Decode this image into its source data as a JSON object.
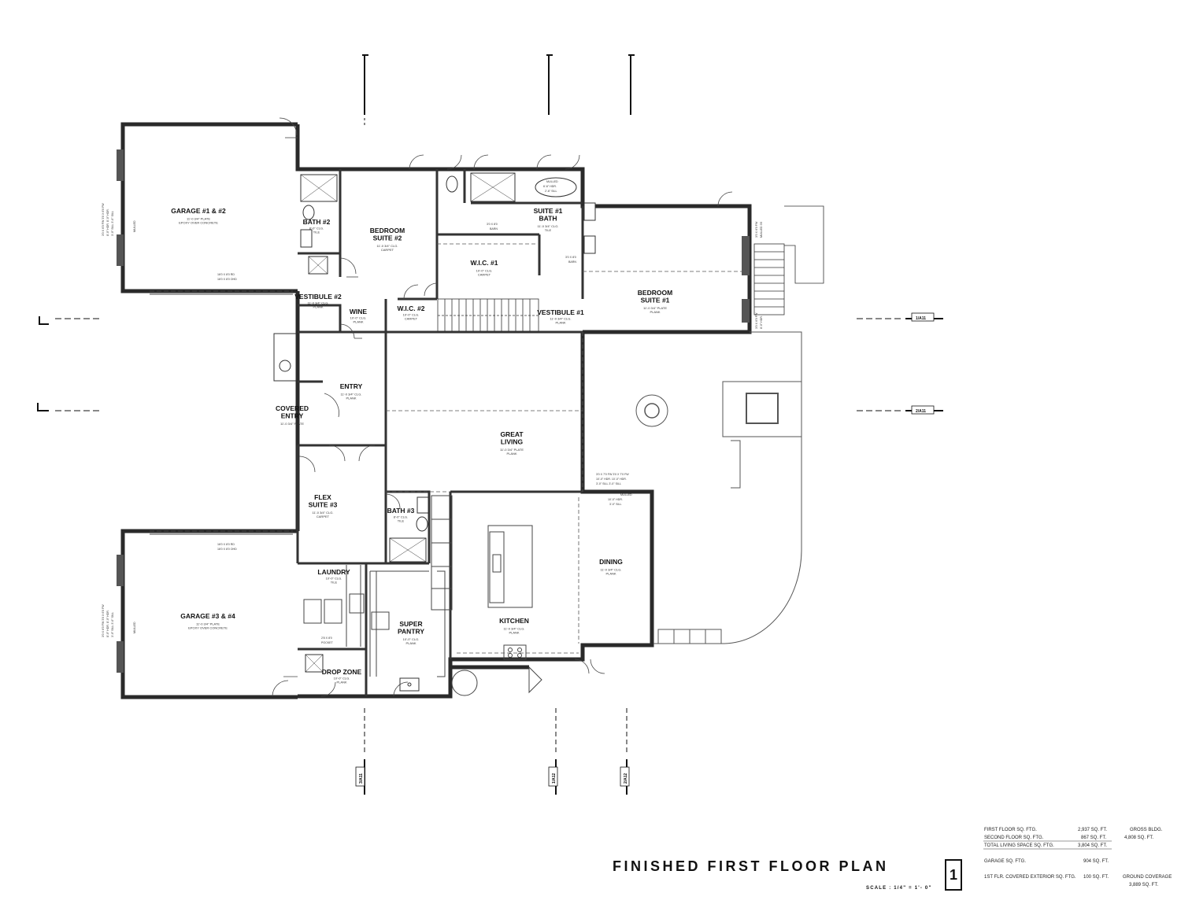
{
  "title": "FINISHED FIRST FLOOR PLAN",
  "scale": "SCALE : 1/4\" = 1'- 0\"",
  "sheet_number": "1",
  "section_tags": [
    "3/A11",
    "1/A12",
    "2/A12",
    "1/A11",
    "2/A11"
  ],
  "rooms": [
    {
      "name": [
        "GARAGE #1 & #2"
      ],
      "sub": [
        "11'-0 3/4\" PLATE",
        "EPOXY OVER CONCRETE"
      ]
    },
    {
      "name": [
        "BATH #2"
      ],
      "sub": [
        "8'-0\" CLG.",
        "TILE"
      ]
    },
    {
      "name": [
        "BEDROOM",
        "SUITE #2"
      ],
      "sub": [
        "11'-0 3/4\" CLG.",
        "CARPET"
      ]
    },
    {
      "name": [
        "SUITE #1",
        "BATH"
      ],
      "sub": [
        "11'-0 3/4\" CLG.",
        "TILE"
      ]
    },
    {
      "name": [
        "W.I.C. #1"
      ],
      "sub": [
        "10'-0\" CLG.",
        "CARPET"
      ]
    },
    {
      "name": [
        "BEDROOM",
        "SUITE #1"
      ],
      "sub": [
        "11'-0 3/4\" PLATE",
        "PLANK"
      ]
    },
    {
      "name": [
        "VESTIBULE #2"
      ],
      "sub": [
        "11'-0 3/4\" CLG.",
        "PLANK"
      ]
    },
    {
      "name": [
        "WINE"
      ],
      "sub": [
        "10'-0\" CLG.",
        "PLANK"
      ]
    },
    {
      "name": [
        "W.I.C. #2"
      ],
      "sub": [
        "10'-0\" CLG.",
        "CARPET"
      ]
    },
    {
      "name": [
        "VESTIBULE #1"
      ],
      "sub": [
        "11'-0 3/4\" CLG.",
        "PLANK"
      ]
    },
    {
      "name": [
        "ENTRY"
      ],
      "sub": [
        "11'-0 3/4\" CLG.",
        "PLANK"
      ]
    },
    {
      "name": [
        "COVERED",
        "ENTRY"
      ],
      "sub": [
        "11'-0 3/4\" PLATE"
      ]
    },
    {
      "name": [
        "GREAT",
        "LIVING"
      ],
      "sub": [
        "11'-0 3/4\" PLATE",
        "PLANK"
      ]
    },
    {
      "name": [
        "FLEX",
        "SUITE #3"
      ],
      "sub": [
        "11'-0 3/4\" CLG.",
        "CARPET"
      ]
    },
    {
      "name": [
        "BATH #3"
      ],
      "sub": [
        "8'-0\" CLG.",
        "TILE"
      ]
    },
    {
      "name": [
        "GARAGE #3 & #4"
      ],
      "sub": [
        "11'-0 3/4\" PLATE",
        "EPOXY OVER CONCRETE"
      ]
    },
    {
      "name": [
        "LAUNDRY"
      ],
      "sub": [
        "10'-0\" CLG.",
        "TILE"
      ]
    },
    {
      "name": [
        "SUPER",
        "PANTRY"
      ],
      "sub": [
        "10'-0\" CLG.",
        "PLANK"
      ]
    },
    {
      "name": [
        "DINING"
      ],
      "sub": [
        "11'-0 3/4\" CLG.",
        "PLANK"
      ]
    },
    {
      "name": [
        "KITCHEN"
      ],
      "sub": [
        "11'-0 3/4\" CLG.",
        "PLANK"
      ]
    },
    {
      "name": [
        "DROP ZONE"
      ],
      "sub": [
        "10'-0\" CLG.",
        "PLANK"
      ]
    }
  ],
  "notes": {
    "garage_door_1": [
      "16'0 X 8'0 RD",
      "16'0 X 8'0 OHD"
    ],
    "garage_door_2": [
      "16'0 X 8'0 RD",
      "16'0 X 8'0 OHD"
    ],
    "pocket_1": [
      "3'0 X 8'0",
      "BARN"
    ],
    "pocket_2": [
      "3'0 X 8'0",
      "BARN"
    ],
    "pocket_3": [
      "2'8 X 8'0",
      "POCKET"
    ],
    "dining_window": [
      "MULLED",
      "10'-0\" HDR.",
      "3'-0\" SILL"
    ],
    "tub": [
      "MULLED",
      "6'-6\" HDR.",
      "2'-6\" SILL"
    ]
  },
  "area_table": [
    {
      "label": "FIRST FLOOR SQ. FTG.",
      "value": "2,937 SQ. FT."
    },
    {
      "label": "SECOND FLOOR SQ. FTG.",
      "value": "867 SQ. FT."
    },
    {
      "label": "TOTAL LIVING SPACE SQ. FTG.",
      "value": "3,804 SQ. FT."
    },
    {
      "label": "GARAGE SQ. FTG.",
      "value": "904 SQ. FT."
    },
    {
      "label": "1ST FLR. COVERED EXTERIOR SQ. FTG.",
      "value": "100 SQ. FT."
    }
  ],
  "gross_bldg": {
    "label": "GROSS BLDG.",
    "value": "4,808 SQ. FT."
  },
  "ground_coverage": {
    "label": "GROUND COVERAGE",
    "value": "3,889 SQ. FT."
  }
}
